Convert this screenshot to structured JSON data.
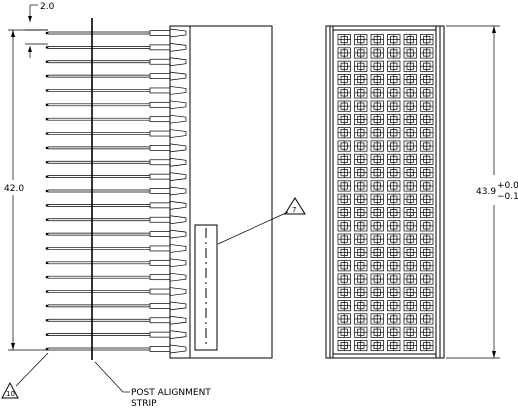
{
  "dimensions": {
    "pitch": "2.0",
    "height": "42.0",
    "overall_nominal": "43.9",
    "overall_tol_plus": "+0.0",
    "overall_tol_minus": "−0.1"
  },
  "callouts": {
    "post_alignment_line1": "POST  ALIGNMENT",
    "post_alignment_line2": "STRIP",
    "note_7": "7",
    "note_10": "10"
  },
  "pin_count": 23,
  "cell_rows": 24,
  "cell_cols": 6
}
